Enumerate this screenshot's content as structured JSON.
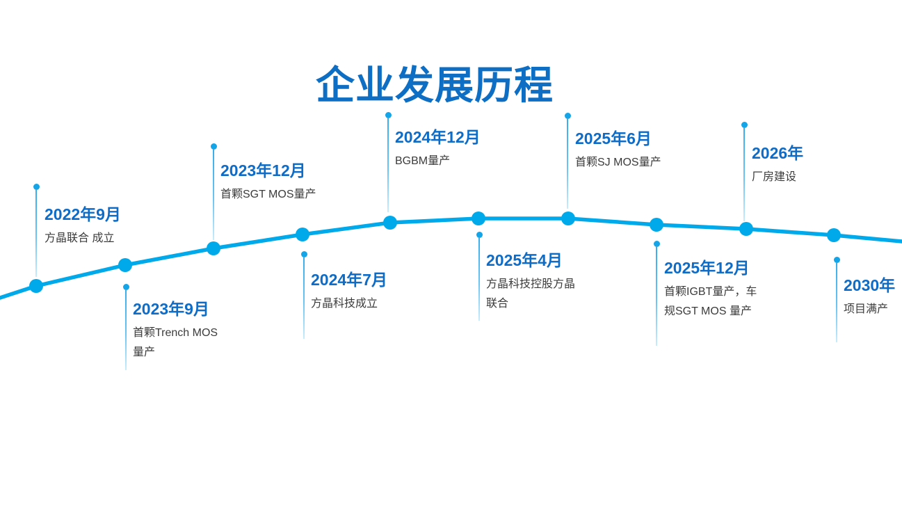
{
  "slide": {
    "title": "企业发展历程"
  },
  "colors": {
    "title_blue": "#0d6ec3",
    "date_blue": "#0e6cc7",
    "description_gray": "#3b3b3b",
    "curve_cyan": "#00a9ea",
    "stem_blue": "#36aceb"
  },
  "timeline": {
    "milestones": [
      {
        "date": "2022年9月",
        "side": "above",
        "desc_lines": [
          "方晶联合 成立"
        ]
      },
      {
        "date": "2023年9月",
        "side": "below",
        "desc_lines": [
          "首颗Trench MOS",
          "量产"
        ]
      },
      {
        "date": "2023年12月",
        "side": "above",
        "desc_lines": [
          "首颗SGT MOS量产"
        ]
      },
      {
        "date": "2024年7月",
        "side": "below",
        "desc_lines": [
          "方晶科技成立"
        ]
      },
      {
        "date": "2024年12月",
        "side": "above",
        "desc_lines": [
          "BGBM量产"
        ]
      },
      {
        "date": "2025年4月",
        "side": "below",
        "desc_lines": [
          "方晶科技控股方晶",
          "联合"
        ]
      },
      {
        "date": "2025年6月",
        "side": "above",
        "desc_lines": [
          "首颗SJ MOS量产"
        ]
      },
      {
        "date": "2025年12月",
        "side": "below",
        "desc_lines": [
          "首颗IGBT量产，车",
          "规SGT MOS 量产"
        ]
      },
      {
        "date": "2026年",
        "side": "above",
        "desc_lines": [
          "厂房建设"
        ]
      },
      {
        "date": "2030年",
        "side": "below",
        "desc_lines": [
          "项目满产"
        ]
      }
    ]
  }
}
